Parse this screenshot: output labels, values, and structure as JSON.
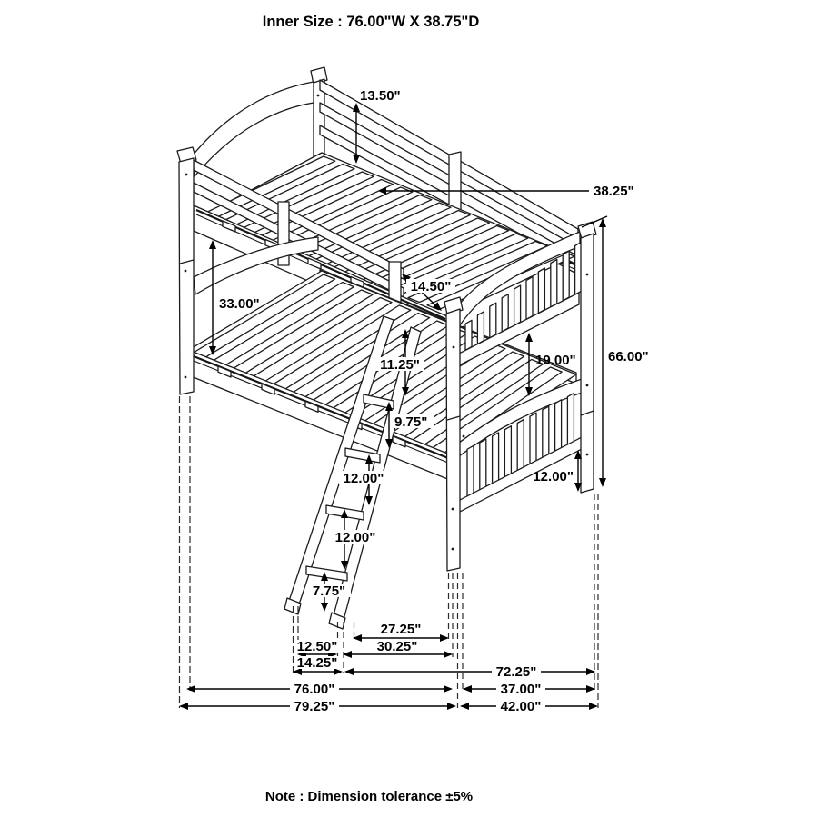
{
  "header": {
    "title": "Inner Size : 76.00\"W X 38.75\"D"
  },
  "footer": {
    "note": "Note : Dimension tolerance ±5%"
  },
  "dimensions": {
    "guard_rail_height": "13.50\"",
    "top_bunk_depth": "38.25\"",
    "bunk_clearance": "33.00\"",
    "front_guard_height": "14.50\"",
    "rail_to_rung": "11.25\"",
    "top_rung_gap": "9.75\"",
    "rung_gap_upper": "12.00\"",
    "rung_gap_lower": "12.00\"",
    "rung_to_floor": "7.75\"",
    "footboard_gap": "19.00\"",
    "overall_height": "66.00\"",
    "base_rail_height": "12.00\"",
    "ladder_clearance": "27.25\"",
    "ladder_width": "12.50\"",
    "ladder_span": "30.25\"",
    "ladder_footprint": "14.25\"",
    "rail_length": "72.25\"",
    "inner_length": "76.00\"",
    "inner_depth": "37.00\"",
    "overall_length": "79.25\"",
    "overall_depth": "42.00\""
  }
}
